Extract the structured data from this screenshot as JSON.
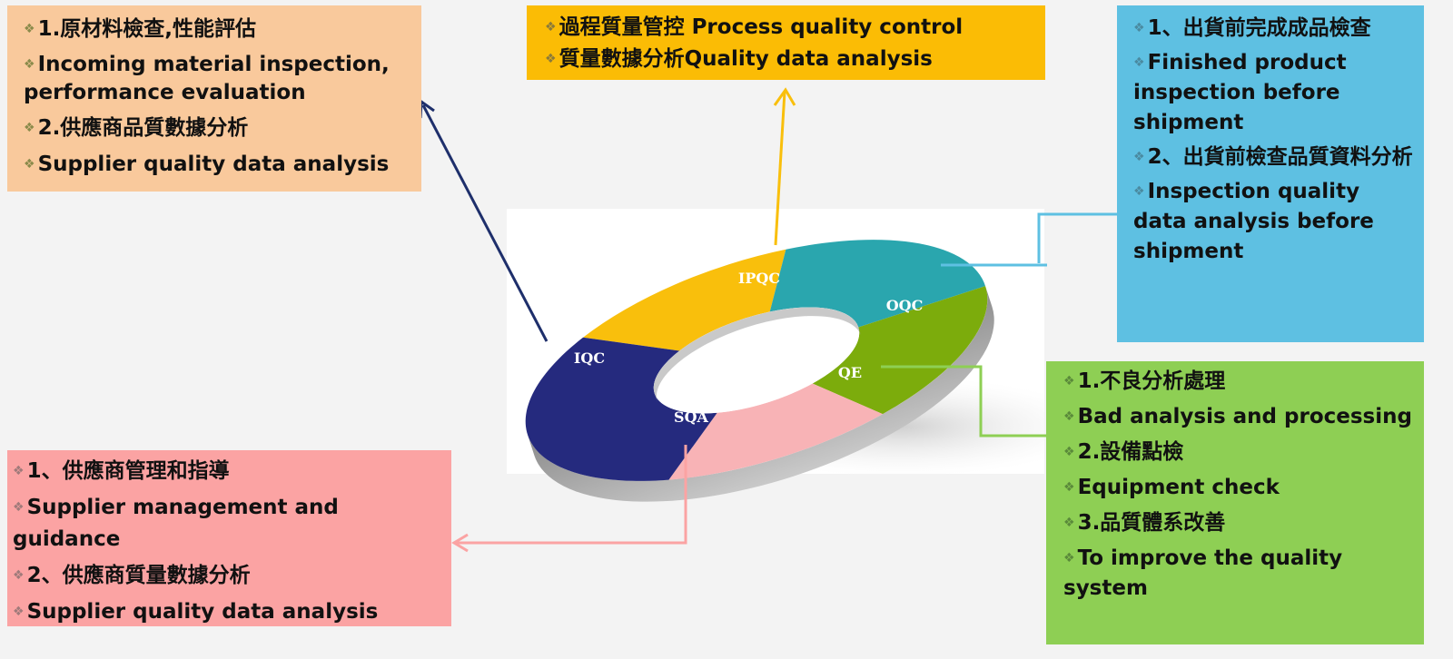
{
  "ring_labels": {
    "ipqc": "IPQC",
    "oqc": "OQC",
    "iqc": "IQC",
    "qe": "QE",
    "sqa": "SQA"
  },
  "iqc_box": {
    "bullet_glyph": "❖",
    "line1": "1.原材料檢查,性能評估",
    "line2": "Incoming material inspection, performance evaluation",
    "line3": "2.供應商品質數據分析",
    "line4": "Supplier quality data analysis"
  },
  "ipqc_box": {
    "line1": "過程質量管控 Process quality control",
    "line2": "質量數據分析Quality data analysis"
  },
  "oqc_box": {
    "line1": "1、出貨前完成成品檢查",
    "line2": "Finished product inspection before shipment",
    "line3": "2、出貨前檢查品質資料分析",
    "line4": "Inspection quality data analysis before shipment"
  },
  "qe_box": {
    "line1": "1.不良分析處理",
    "line2": "Bad analysis and processing",
    "line3": "2.設備點檢",
    "line4": "Equipment check",
    "line5": "3.品質體系改善",
    "line6": "To improve the quality system"
  },
  "sqa_box": {
    "line1": "1、供應商管理和指導",
    "line2": "Supplier management and guidance",
    "line3": "2、供應商質量數據分析",
    "line4": "Supplier quality data analysis"
  },
  "colors": {
    "iqc": "#252a7e",
    "ipqc": "#f9bf0c",
    "oqc": "#2aa6ae",
    "qe": "#7cac0c",
    "sqa": "#f8b3b6",
    "iqc_box": "#f9c99c",
    "ipqc_box": "#fbbc05",
    "oqc_box": "#5ec0e2",
    "qe_box": "#8ecf54",
    "sqa_box": "#fba3a3"
  }
}
